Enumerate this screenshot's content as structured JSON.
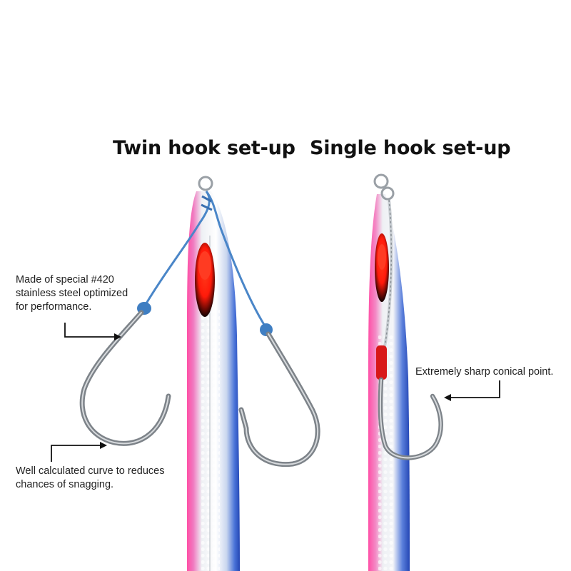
{
  "headings": {
    "twin": "Twin hook set-up",
    "single": "Single hook set-up"
  },
  "callouts": {
    "steel": {
      "lines": [
        "Made of special #420",
        "stainless steel optimized",
        "for performance."
      ]
    },
    "curve": {
      "lines": [
        "Well calculated curve to reduces",
        "chances of snagging."
      ]
    },
    "point": {
      "lines": [
        "Extremely sharp conical point."
      ]
    }
  },
  "colors": {
    "background": "#ffffff",
    "jig_pink": "#ff4fa6",
    "jig_blue": "#2a54c8",
    "jig_silver": "#e6e9ee",
    "eye_red": "#ff1a0a",
    "assist_cord": "#4a86c8",
    "hook_steel": "#7d8389",
    "tube_red": "#d81818"
  }
}
